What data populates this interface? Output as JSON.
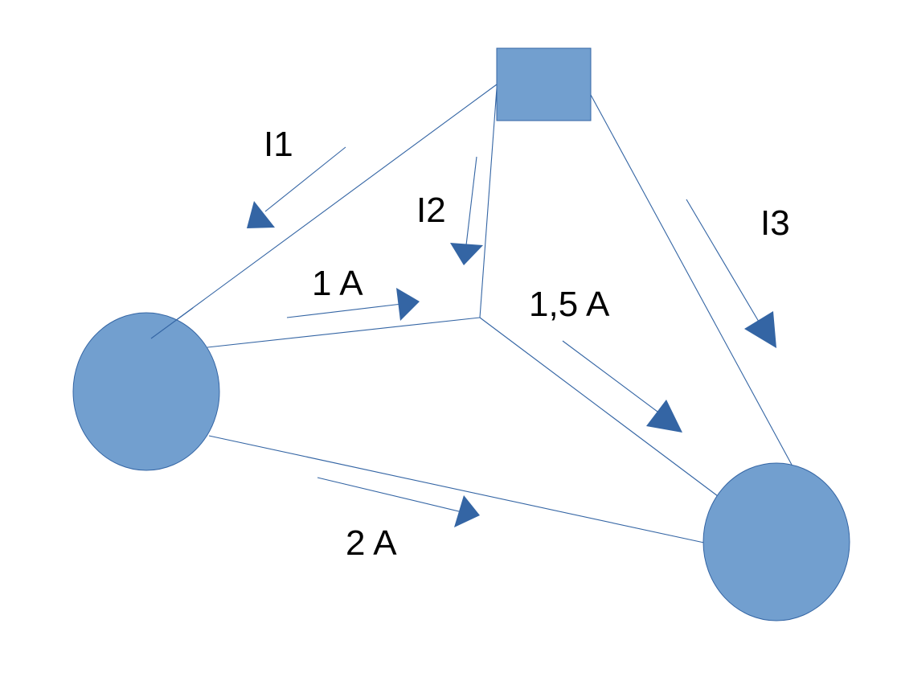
{
  "diagram": {
    "title": "",
    "type": "electric circuit node currents",
    "colors": {
      "node_fill": "#729fcf",
      "node_stroke": "#3465a4",
      "wire": "#3465a4",
      "arrow": "#3465a4",
      "text": "#000000"
    },
    "nodes": [
      {
        "id": "source-square",
        "shape": "rectangle"
      },
      {
        "id": "left-node",
        "shape": "ellipse"
      },
      {
        "id": "right-node",
        "shape": "ellipse"
      },
      {
        "id": "junction",
        "shape": "point"
      }
    ],
    "edges": [
      {
        "from": "source-square",
        "to": "left-node"
      },
      {
        "from": "source-square",
        "to": "junction"
      },
      {
        "from": "source-square",
        "to": "right-node"
      },
      {
        "from": "left-node",
        "to": "junction"
      },
      {
        "from": "junction",
        "to": "right-node"
      },
      {
        "from": "left-node",
        "to": "right-node"
      }
    ],
    "currents": [
      {
        "label": "I1",
        "edge": "source-square -> left-node",
        "direction": "toward left-node"
      },
      {
        "label": "I2",
        "edge": "source-square -> junction",
        "direction": "toward junction"
      },
      {
        "label": "I3",
        "edge": "source-square -> right-node",
        "direction": "toward right-node"
      },
      {
        "label": "1 A",
        "edge": "left-node -> junction",
        "direction": "toward junction"
      },
      {
        "label": "1,5 A",
        "edge": "junction -> right-node",
        "direction": "toward right-node"
      },
      {
        "label": "2 A",
        "edge": "left-node -> right-node",
        "direction": "toward right-node"
      }
    ]
  }
}
